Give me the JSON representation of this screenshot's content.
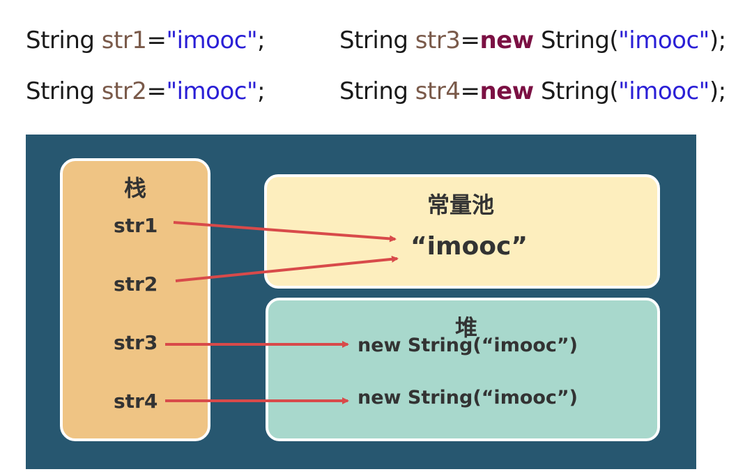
{
  "code": {
    "line1": {
      "type": "String",
      "var": "str1",
      "eq": "=",
      "value": "\"imooc\"",
      "end": ";"
    },
    "line2": {
      "type": "String",
      "var": "str2",
      "eq": "=",
      "value": "\"imooc\"",
      "end": ";"
    },
    "line3": {
      "type": "String",
      "var": "str3",
      "eq": "=",
      "kw": "new",
      "ctor": "String(",
      "value": "\"imooc\"",
      "end": ");"
    },
    "line4": {
      "type": "String",
      "var": "str4",
      "eq": "=",
      "kw": "new",
      "ctor": "String(",
      "value": "\"imooc\"",
      "end": ");"
    }
  },
  "diagram": {
    "stack": {
      "title": "栈",
      "vars": [
        "str1",
        "str2",
        "str3",
        "str4"
      ]
    },
    "pool": {
      "title": "常量池",
      "value": "“imooc”"
    },
    "heap": {
      "title": "堆",
      "objects": [
        "new String(“imooc”)",
        "new String(“imooc”)"
      ]
    },
    "colors": {
      "background": "#275770",
      "stack": "#efc484",
      "pool": "#fdeebe",
      "heap": "#a8d8cc",
      "arrow": "#d84a4a",
      "string_literal": "#2a1fd6",
      "keyword_new": "#7b1043"
    }
  }
}
